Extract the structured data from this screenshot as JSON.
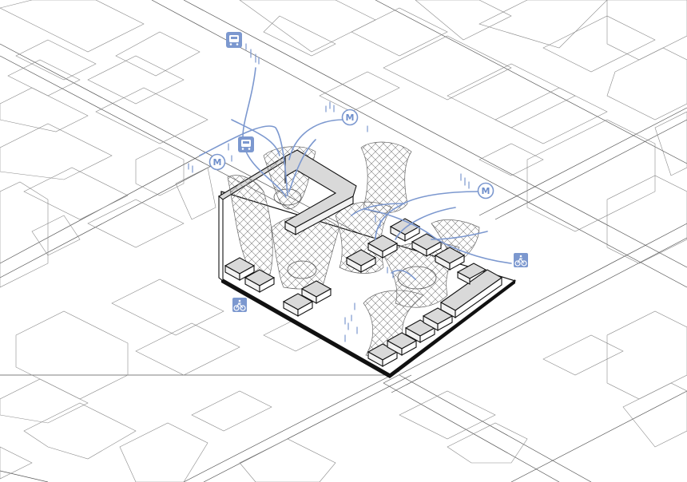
{
  "diagram": {
    "type": "axonometric-urban-plan",
    "colors": {
      "linework": "#555555",
      "block_fill": "#d9d9d9",
      "flow_accent": "#7c98cf",
      "icon_fill": "#7c98cf"
    },
    "transit_markers": [
      {
        "kind": "bus",
        "icon": "bus-icon"
      },
      {
        "kind": "bus",
        "icon": "bus-icon"
      },
      {
        "kind": "metro",
        "icon": "metro-icon",
        "label": "M"
      },
      {
        "kind": "metro",
        "icon": "metro-icon",
        "label": "M"
      },
      {
        "kind": "metro",
        "icon": "metro-icon",
        "label": "M"
      },
      {
        "kind": "bike",
        "icon": "bicycle-icon"
      },
      {
        "kind": "bike",
        "icon": "bicycle-icon"
      }
    ]
  }
}
